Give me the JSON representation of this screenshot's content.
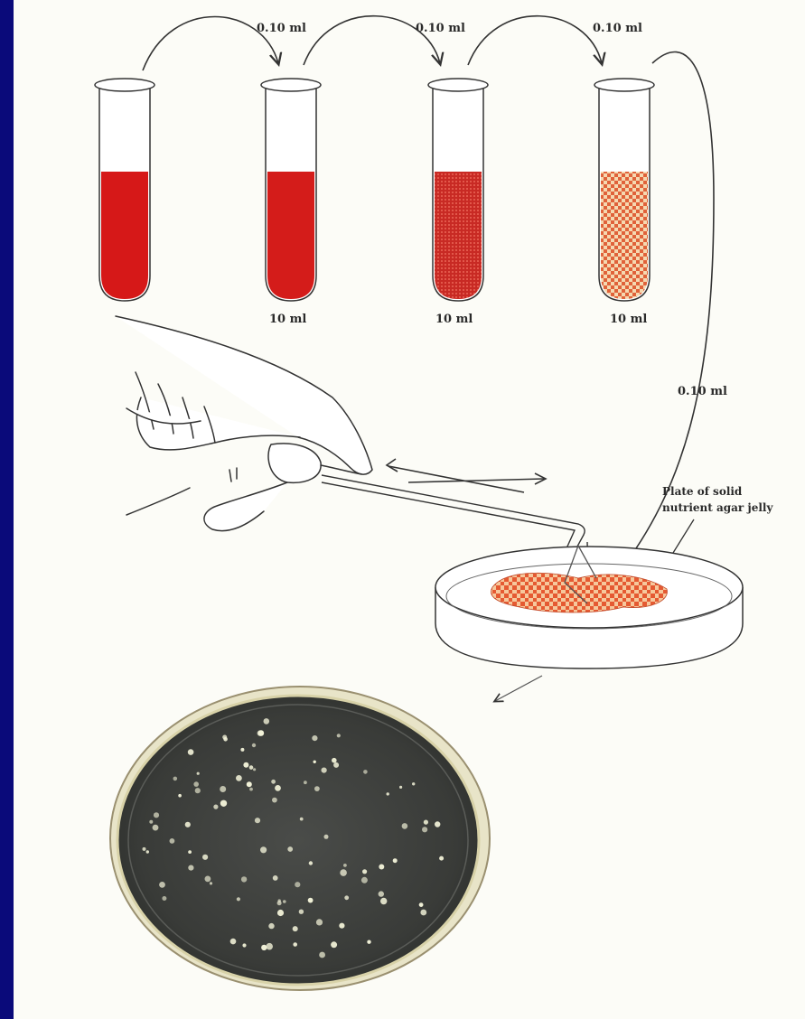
{
  "transfer_labels": [
    "0.10 ml",
    "0.10 ml",
    "0.10 ml",
    "0.10 ml"
  ],
  "tube_volume_labels": [
    "10 ml",
    "10 ml",
    "10 ml"
  ],
  "plate_label": [
    "Plate of solid",
    "nutrient agar jelly"
  ],
  "colors": {
    "background": "#0a0a7a",
    "paper": "#fcfcf7",
    "liquid_dark": "#d61818",
    "liquid_medium": "#cf2a22",
    "liquid_light": "#e89a6a",
    "agar_spread": "#e8623c",
    "plate_dark": "#3d3f3d",
    "colony": "#f2f2d8"
  },
  "icons": [
    "test-tube-icon",
    "hand-icon",
    "glass-spreader-icon",
    "petri-dish-icon",
    "motion-arrows-icon"
  ]
}
